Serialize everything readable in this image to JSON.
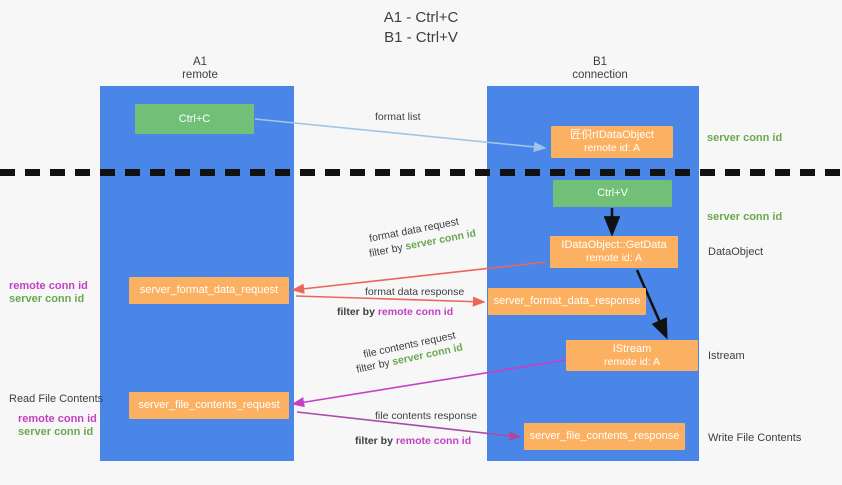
{
  "title": {
    "line1": "A1 - Ctrl+C",
    "line2": "B1 - Ctrl+V"
  },
  "lanes": [
    {
      "id": "a1",
      "name": "A1",
      "role": "remote",
      "color": "#4a86e8"
    },
    {
      "id": "b1",
      "name": "B1",
      "role": "connection",
      "color": "#4a86e8"
    }
  ],
  "nodes": {
    "ctrl_c": {
      "label": "Ctrl+C",
      "color": "#72bf78"
    },
    "idataobject": {
      "line1": "匠伿rIDataObject",
      "line2": "remote id: A",
      "color": "#fbb161"
    },
    "ctrl_v": {
      "label": "Ctrl+V",
      "color": "#72bf78"
    },
    "getdata": {
      "line1": "IDataObject::GetData",
      "line2": "remote id: A",
      "color": "#fbb161"
    },
    "server_format_data_request": {
      "label": "server_format_data_request",
      "color": "#fbb161"
    },
    "server_format_data_response": {
      "label": "server_format_data_response",
      "color": "#fbb161"
    },
    "istream": {
      "line1": "IStream",
      "line2": "remote id: A",
      "color": "#fbb161"
    },
    "server_file_contents_request": {
      "label": "server_file_contents_request",
      "color": "#fbb161"
    },
    "server_file_contents_response": {
      "label": "server_file_contents_response",
      "color": "#fbb161"
    }
  },
  "edge_labels": {
    "format_list": "format list",
    "format_data_request": "format data request",
    "format_data_request_filter_prefix": "filter by ",
    "format_data_request_filter_value": "server conn id",
    "format_data_response": "format data response",
    "format_data_response_filter_prefix": "filter by ",
    "format_data_response_filter_value": "remote conn id",
    "file_contents_request": "file contents request",
    "file_contents_request_filter_prefix": "filter by ",
    "file_contents_request_filter_value": "server conn id",
    "file_contents_response": "file contents response",
    "file_contents_response_filter_prefix": "filter by ",
    "file_contents_response_filter_value": "remote conn id"
  },
  "right_labels": {
    "server_conn_id_top": "server conn id",
    "server_conn_id_mid": "server conn id",
    "dataobject": "DataObject",
    "istream": "Istream",
    "write_file_contents": "Write File Contents"
  },
  "left_labels": {
    "remote_conn_id_mid": "remote conn id",
    "server_conn_id_mid": "server conn id",
    "read_file_contents": "Read File Contents",
    "remote_conn_id_bottom": "remote conn id",
    "server_conn_id_bottom": "server conn id"
  },
  "colors": {
    "lane": "#4a86e8",
    "green_box": "#72bf78",
    "orange_box": "#fbb161",
    "green_text": "#6aa84f",
    "magenta_text": "#c240c2",
    "arrow_blue": "#9fc5e8",
    "arrow_red": "#e8675a",
    "arrow_magenta": "#c73fc7",
    "arrow_purple": "#a64ca6",
    "arrow_dark": "#111111",
    "background": "#f7f7f7"
  }
}
